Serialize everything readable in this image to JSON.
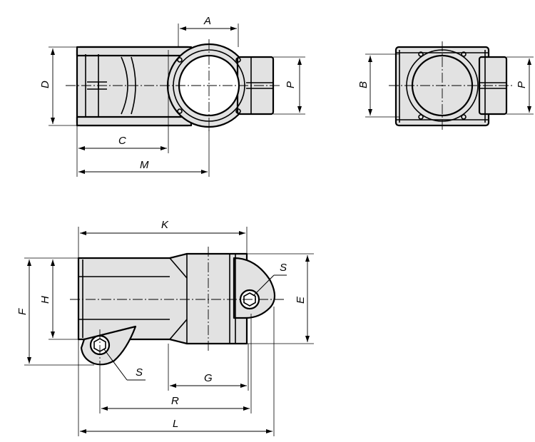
{
  "diagram": {
    "top_view": {
      "labels": {
        "A": "A",
        "D": "D",
        "P": "P",
        "C": "C",
        "M": "M"
      }
    },
    "side_view": {
      "labels": {
        "B": "B",
        "P": "P"
      }
    },
    "front_view": {
      "labels": {
        "K": "K",
        "F": "F",
        "H": "H",
        "S_upper": "S",
        "S_lower": "S",
        "E": "E",
        "G": "G",
        "R": "R",
        "L": "L"
      }
    }
  }
}
